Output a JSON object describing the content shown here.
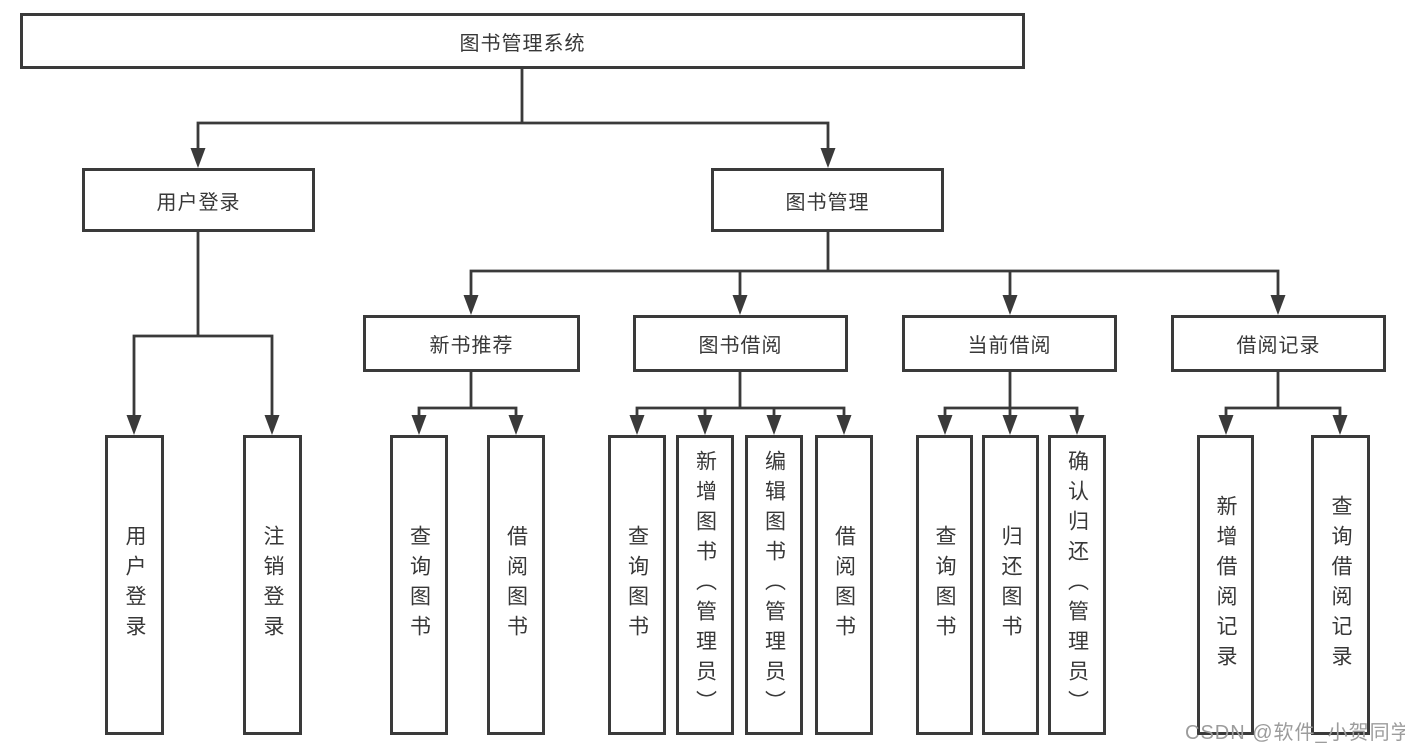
{
  "tree": {
    "label": "图书管理系统",
    "children": [
      {
        "label": "用户登录",
        "children": [
          {
            "label": "用户登录"
          },
          {
            "label": "注销登录"
          }
        ]
      },
      {
        "label": "图书管理",
        "children": [
          {
            "label": "新书推荐",
            "children": [
              {
                "label": "查询图书"
              },
              {
                "label": "借阅图书"
              }
            ]
          },
          {
            "label": "图书借阅",
            "children": [
              {
                "label": "查询图书"
              },
              {
                "label": "新增图书（管理员）"
              },
              {
                "label": "编辑图书（管理员）"
              },
              {
                "label": "借阅图书"
              }
            ]
          },
          {
            "label": "当前借阅",
            "children": [
              {
                "label": "查询图书"
              },
              {
                "label": "归还图书"
              },
              {
                "label": "确认归还（管理员）"
              }
            ]
          },
          {
            "label": "借阅记录",
            "children": [
              {
                "label": "新增借阅记录"
              },
              {
                "label": "查询借阅记录"
              }
            ]
          }
        ]
      }
    ]
  },
  "watermark": {
    "text": "CSDN @软件_小贺同学"
  },
  "colors": {
    "border": "#3a3a3a",
    "line": "#3a3a3a",
    "text": "#383838",
    "watermark": "#9c9c9c",
    "background": "#ffffff"
  }
}
